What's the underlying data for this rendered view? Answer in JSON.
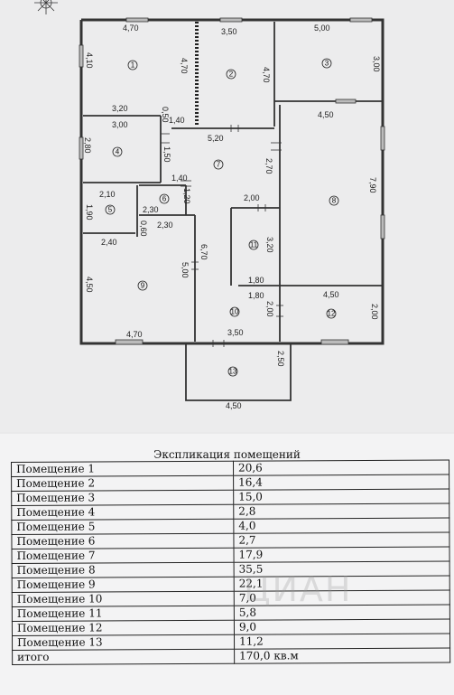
{
  "plan": {
    "dimensions": [
      "4,70",
      "3,50",
      "5,00",
      "4,10",
      "4,70",
      "4,70",
      "3,00",
      "3,20",
      "0,50",
      "1,40",
      "3,00",
      "5,20",
      "4,50",
      "2,80",
      "1,50",
      "2,70",
      "1,40",
      "7,90",
      "2,10",
      "1,20",
      "2,00",
      "1,90",
      "2,30",
      "2,30",
      "3,20",
      "0,60",
      "2,40",
      "6,70",
      "5,00",
      "1,80",
      "4,50",
      "1,80",
      "4,50",
      "2,00",
      "2,00",
      "4,70",
      "3,50",
      "2,50",
      "4,50"
    ],
    "room_numbers": [
      "1",
      "2",
      "3",
      "4",
      "5",
      "6",
      "7",
      "8",
      "9",
      "10",
      "11",
      "12",
      "13"
    ]
  },
  "explication": {
    "title": "Экспликация помещений",
    "rows": [
      {
        "name": "Помещение 1",
        "value": "20,6"
      },
      {
        "name": "Помещение 2",
        "value": "16,4"
      },
      {
        "name": "Помещение 3",
        "value": "15,0"
      },
      {
        "name": "Помещение 4",
        "value": "2,8"
      },
      {
        "name": "Помещение 5",
        "value": "4,0"
      },
      {
        "name": "Помещение 6",
        "value": "2,7"
      },
      {
        "name": "Помещение 7",
        "value": "17,9"
      },
      {
        "name": "Помещение 8",
        "value": "35,5"
      },
      {
        "name": "Помещение 9",
        "value": "22,1"
      },
      {
        "name": "Помещение 10",
        "value": "7,0"
      },
      {
        "name": "Помещение 11",
        "value": "5,8"
      },
      {
        "name": "Помещение 12",
        "value": "9,0"
      },
      {
        "name": "Помещение 13",
        "value": "11,2"
      }
    ],
    "total": {
      "name": "итого",
      "value": "170,0 кв.м"
    }
  },
  "watermark": "ЦИАН"
}
